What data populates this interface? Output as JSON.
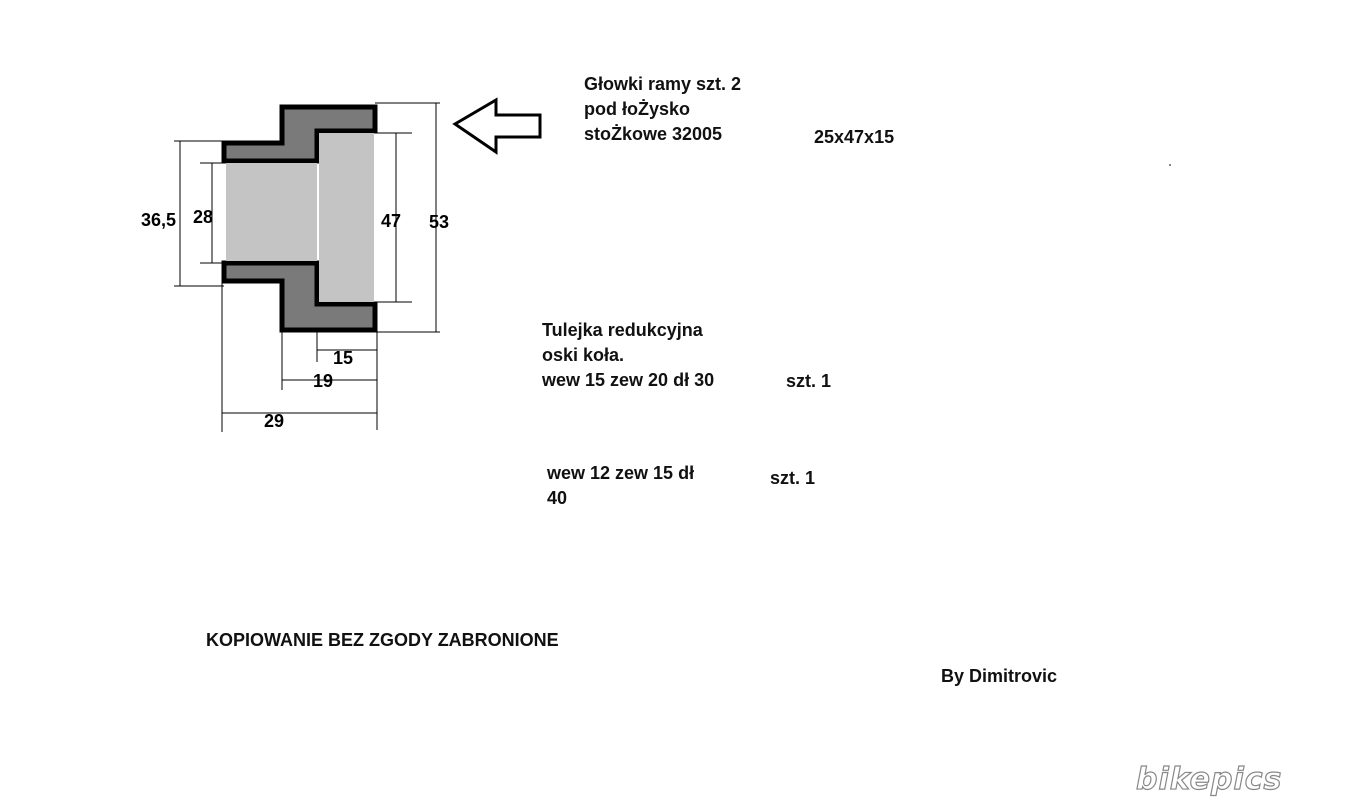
{
  "part1": {
    "lines": [
      "Głowki ramy szt. 2",
      "pod łoŻysko",
      "stoŻkowe 32005"
    ],
    "size": "25x47x15"
  },
  "part2": {
    "lines": [
      "Tulejka redukcyjna",
      "oski koła.",
      "wew 15 zew 20 dł 30"
    ],
    "qty": "szt. 1"
  },
  "part3": {
    "lines": [
      "wew 12 zew 15 dł",
      "40"
    ],
    "qty": "szt. 1"
  },
  "dimensions": {
    "d_outer_flange": "36,5",
    "d_inner": "28",
    "d_bearing": "47",
    "d_outer": "53",
    "len_bearing": "15",
    "len_flange": "19",
    "len_total": "29"
  },
  "footer": {
    "warning": "KOPIOWANIE BEZ ZGODY ZABRONIONE",
    "author": "By Dimitrovic"
  },
  "watermark": "bikepics",
  "colors": {
    "wall": "#7a7a7a",
    "bore": "#c4c4c4",
    "outline": "#000000"
  }
}
